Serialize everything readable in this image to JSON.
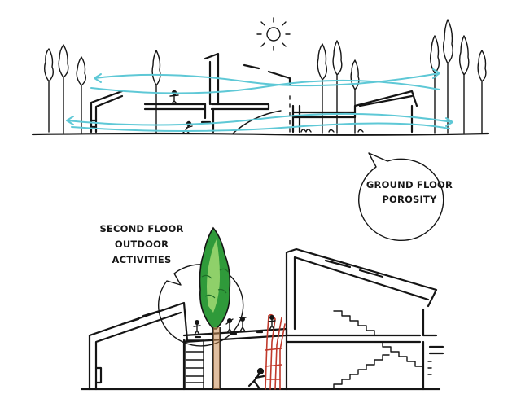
{
  "callouts": {
    "ground": {
      "line1": "GROUND FLOOR",
      "line2": "POROSITY"
    },
    "second": {
      "line1": "SECOND FLOOR",
      "line2": "OUTDOOR",
      "line3": "ACTIVITIES"
    }
  },
  "colors": {
    "ink": "#151515",
    "airflow": "#5ec8d6",
    "tree_fill": "#2f9a3a",
    "tree_light": "#8fd06a",
    "red_structure": "#c0392b"
  },
  "icons": [
    "sun-icon",
    "airflow-arrow-icon",
    "tree-icon",
    "person-icon",
    "speech-bubble-icon"
  ]
}
